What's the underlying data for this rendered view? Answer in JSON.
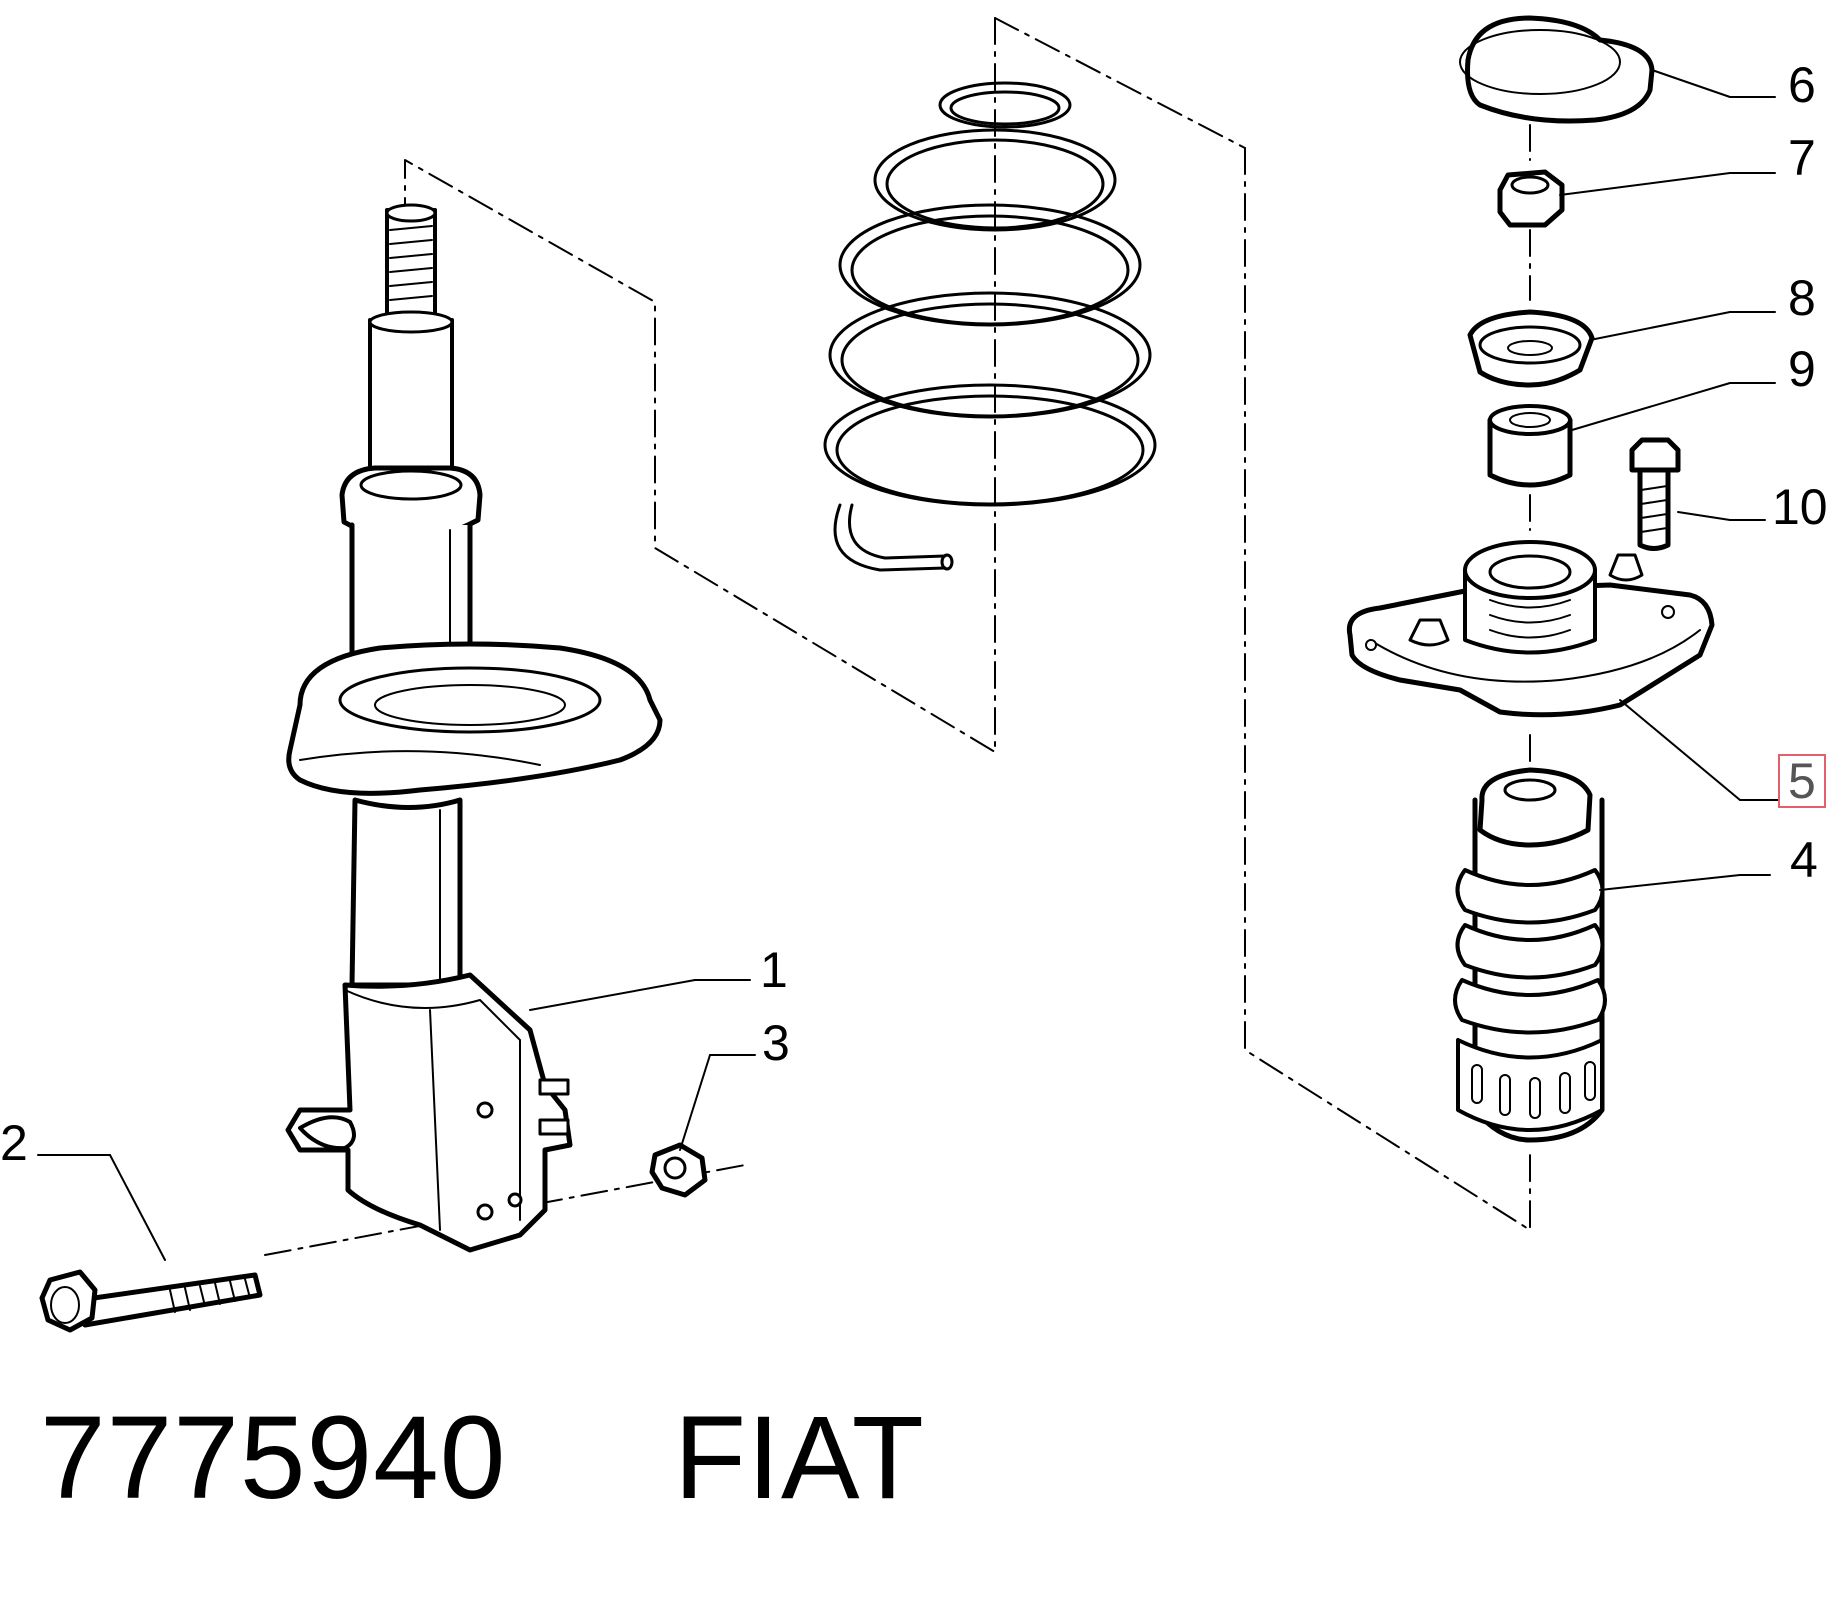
{
  "callouts": [
    {
      "id": "1",
      "text": "1"
    },
    {
      "id": "2",
      "text": "2"
    },
    {
      "id": "3",
      "text": "3"
    },
    {
      "id": "4",
      "text": "4"
    },
    {
      "id": "5",
      "text": "5",
      "highlighted": true
    },
    {
      "id": "6",
      "text": "6"
    },
    {
      "id": "7",
      "text": "7"
    },
    {
      "id": "8",
      "text": "8"
    },
    {
      "id": "9",
      "text": "9"
    },
    {
      "id": "10",
      "text": "10"
    }
  ],
  "footer": {
    "part_number": "7775940",
    "brand": "FIAT"
  },
  "colors": {
    "line": "#000000",
    "background": "#ffffff",
    "highlight_border": "#e3606a"
  }
}
